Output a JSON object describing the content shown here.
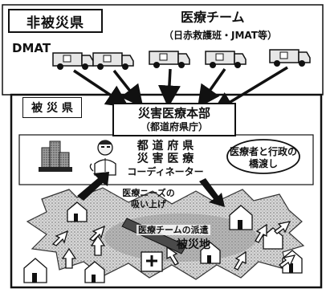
{
  "outer_region": {
    "label": "非被災県"
  },
  "dmat": {
    "label": "DMAT"
  },
  "medical_team": {
    "title": "医療チーム",
    "subtitle": "（日赤救護班・JMAT等）"
  },
  "affected_region": {
    "label": "被 災 県"
  },
  "hq": {
    "line1": "災害医療本部",
    "line2": "（都道府県庁）"
  },
  "coordinator": {
    "line1": "都 道 府 県",
    "line2": "災 害 医 療",
    "line3": "コーディネーター"
  },
  "bridge": {
    "line1": "医療者と行政の",
    "line2": "橋渡し"
  },
  "needs": {
    "line1": "医療ニーズの",
    "line2": "吸い上げ"
  },
  "dispatch": {
    "label": "医療チームの派遣"
  },
  "disaster_area": {
    "label": "被災地"
  },
  "colors": {
    "line": "#111111",
    "shade": "#bdbdbd",
    "dark_shade": "#6f6f6f",
    "paper": "#ffffff"
  }
}
